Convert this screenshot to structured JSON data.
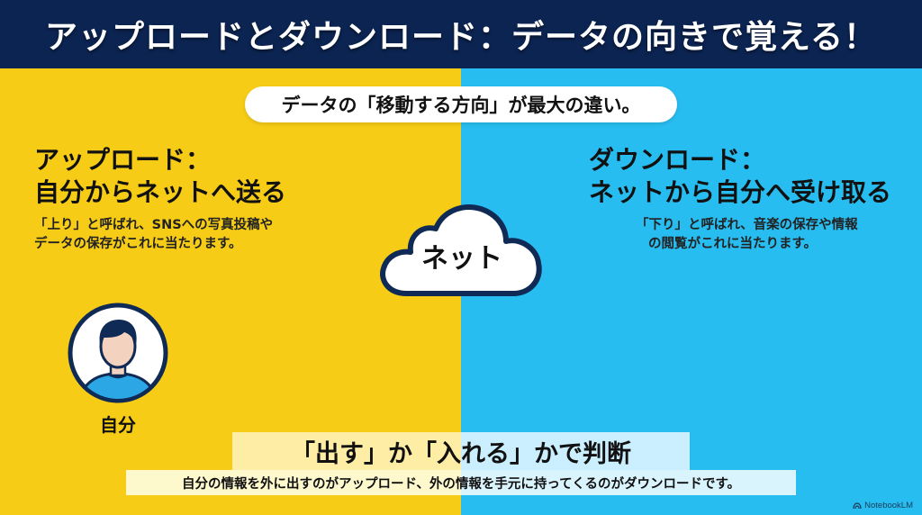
{
  "header": {
    "title": "アップロードとダウンロード：データの向きで覚える！"
  },
  "subtitle": "データの「移動する方向」が最大の違い。",
  "upload": {
    "title_line1": "アップロード：",
    "title_line2": "自分からネットへ送る",
    "desc_line1": "「上り」と呼ばれ、SNSへの写真投稿や",
    "desc_line2": "データの保存がこれに当たります。"
  },
  "download": {
    "title_line1": "ダウンロード：",
    "title_line2": "ネットから自分へ受け取る",
    "desc_line1": "「下り」と呼ばれ、音楽の保存や情報",
    "desc_line2": "の閲覧がこれに当たります。"
  },
  "cloud": {
    "icon": "cloud-icon",
    "label": "ネット"
  },
  "person": {
    "icon": "person-avatar-icon",
    "label": "自分"
  },
  "bottom": {
    "heading": "「出す」か「入れる」かで判断",
    "note": "自分の情報を外に出すのがアップロード、外の情報を手元に持ってくるのがダウンロードです。"
  },
  "watermark": {
    "icon": "notebooklm-logo-icon",
    "label": "NotebookLM"
  },
  "colors": {
    "header_bg": "#0C2452",
    "left_bg": "#F7CC16",
    "right_bg": "#27BDF0",
    "outline": "#0E2A55",
    "shirt": "#2AA7E4"
  }
}
